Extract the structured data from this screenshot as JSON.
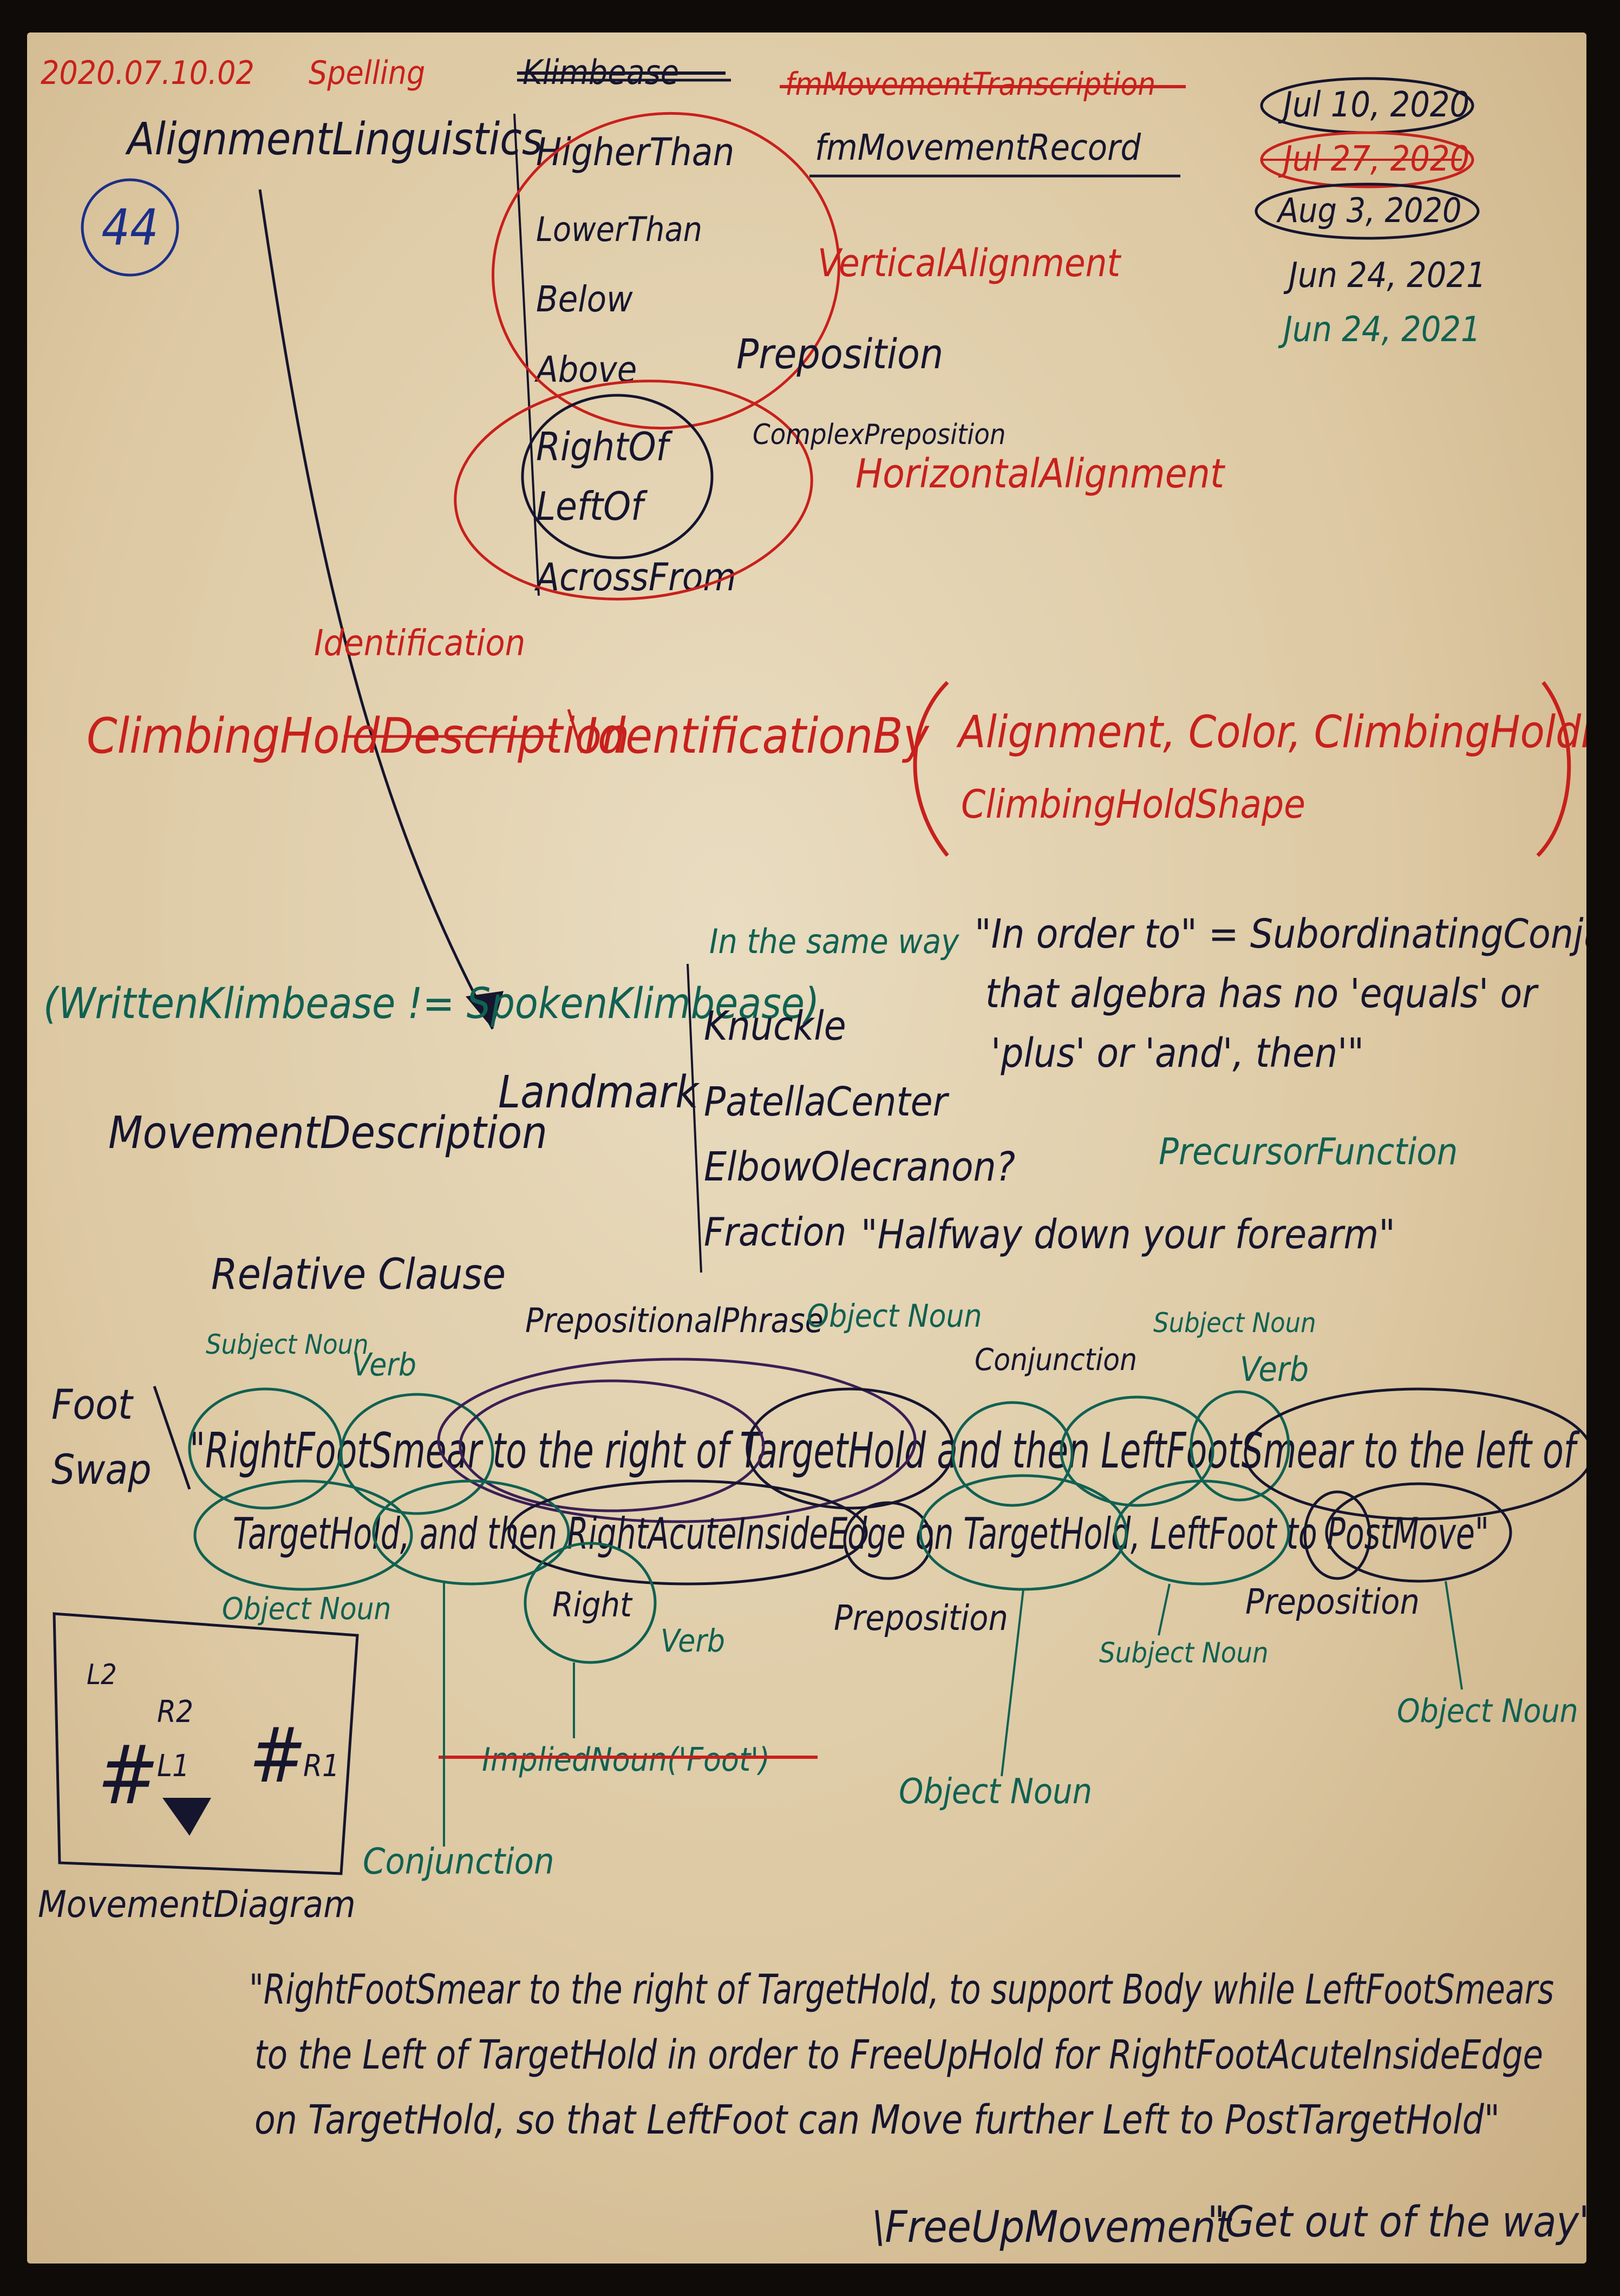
{
  "header": {
    "id": "2020.07.10.02",
    "topic": "Spelling",
    "title": "AlignmentLinguistics",
    "page_number": "44"
  },
  "alignment_list": {
    "struck_heading": "Klimbease",
    "items": [
      "HigherThan",
      "LowerThan",
      "Below",
      "Above",
      "RightOf",
      "LeftOf",
      "AcrossFrom"
    ],
    "preposition_label": "Preposition",
    "complex_label": "ComplexPreposition",
    "vertical_label": "VerticalAlignment",
    "horizontal_label": "HorizontalAlignment"
  },
  "records": {
    "struck": "fmMovementTranscription",
    "current": "fmMovementRecord"
  },
  "dates": [
    "Jul 10, 2020",
    "Jul 27, 2020",
    "Aug 3, 2020",
    "Jun 24, 2021",
    "Jun 24, 2021"
  ],
  "identification": {
    "heading": "Identification",
    "struck": "Description",
    "description_line": "ClimbingHoldDescription",
    "by": "IdentificationBy",
    "params_line1": "Alignment, Color, ClimbingHoldForm,",
    "params_line2": "ClimbingHoldShape"
  },
  "written_note": "(WrittenKlimbease != SpokenKlimbease)",
  "landmark": {
    "label": "Landmark",
    "items": [
      "Knuckle",
      "PatellaCenter",
      "ElbowOlecranon?",
      "Fraction"
    ],
    "fraction_example": "\"Halfway down your forearm\""
  },
  "algebra_note": {
    "lead": "In the same way",
    "line1": "\"In order to\" = SubordinatingConjunction",
    "line2": "that algebra has no 'equals' or",
    "line3": "'plus' or 'and', then'\"",
    "func": "PrecursorFunction"
  },
  "movement_description": "MovementDescription",
  "sentence_diagram": {
    "relative_clause": "Relative Clause",
    "prepositional_phrase": "PrepositionalPhrase",
    "side_label_1": "Foot",
    "side_label_2": "Swap",
    "line1": "\"RightFootSmear to the right of TargetHold and then LeftFootSmear to the left of",
    "line2": "TargetHold, and then RightAcuteInsideEdge on TargetHold, LeftFoot to PostMove\"",
    "tags": {
      "subject_noun": "Subject Noun",
      "verb": "Verb",
      "object_noun": "Object Noun",
      "conjunction": "Conjunction",
      "preposition": "Preposition",
      "right": "Right",
      "implied": "ImpliedNoun('Foot')"
    }
  },
  "movement_diagram": {
    "caption": "MovementDiagram",
    "labels": {
      "l2": "L2",
      "r2": "R2",
      "l1": "L1",
      "r1": "R1"
    }
  },
  "summary": {
    "line1": "\"RightFootSmear to the right of TargetHold, to support Body while LeftFootSmears",
    "line2": "to the Left of TargetHold in order to FreeUpHold for RightFootAcuteInsideEdge",
    "line3": "on TargetHold, so that LeftFoot can Move further Left to PostTargetHold\""
  },
  "free_up": {
    "label": "\\FreeUpMovement",
    "quote": "\"Get out of the way\""
  }
}
